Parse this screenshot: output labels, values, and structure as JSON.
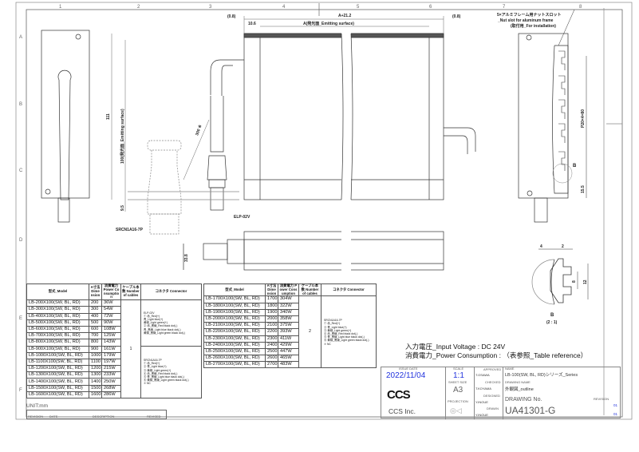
{
  "frame": {
    "columns": [
      "1",
      "2",
      "3",
      "4",
      "5",
      "6",
      "7",
      "8"
    ],
    "rows": [
      "A",
      "B",
      "C",
      "D",
      "E",
      "F"
    ]
  },
  "dimensions": {
    "overall": "A+21.2",
    "emitting": "A(発光面_Emitting surface)",
    "offset_left": "(0.8)",
    "offset_right": "(0.8)",
    "edge": "10.6",
    "height": "111",
    "emitting_height": "100(発光面_Emitting surface)",
    "cable_length": "300 ※",
    "gap": "9.5",
    "depth": "33.8",
    "pitch": "P20×4=80",
    "bottom": "15.5",
    "detail_marker": "B",
    "detail_w1": "4",
    "detail_w2": "2",
    "detail_h1": "8",
    "detail_h2": "12",
    "detail_title": "B",
    "detail_scale": "(2 : 1)"
  },
  "callouts": {
    "connector_srcn": "SRCN1A16-7P",
    "connector_elp": "ELP-02V",
    "nut_slot_jp": "5×アルミフレーム用ナットスロット",
    "nut_slot_en": "_Nut slot for aluminum frame",
    "nut_slot_use": "(取付用_For installation)"
  },
  "table_headers": {
    "model": "型式_Model",
    "dimension": "A寸法 Dimension",
    "power": "消費電力 Power Consumption",
    "cables": "ケーブル本数 Number of cables",
    "connector": "コネクタ Connector"
  },
  "table_left": [
    [
      "LB-200X100(SW, BL, RD)",
      "200",
      "36W"
    ],
    [
      "LB-300X100(SW, BL, RD)",
      "300",
      "54W"
    ],
    [
      "LB-400X100(SW, BL, RD)",
      "400",
      "72W"
    ],
    [
      "LB-500X100(SW, BL, RD)",
      "500",
      "90W"
    ],
    [
      "LB-600X100(SW, BL, RD)",
      "600",
      "108W"
    ],
    [
      "LB-700X100(SW, BL, RD)",
      "700",
      "125W"
    ],
    [
      "LB-800X100(SW, BL, RD)",
      "800",
      "143W"
    ],
    [
      "LB-900X100(SW, BL, RD)",
      "900",
      "161W"
    ],
    [
      "LB-1000X100(SW, BL, RD)",
      "1000",
      "179W"
    ],
    [
      "LB-1100X100(SW, BL, RD)",
      "1100",
      "197W"
    ],
    [
      "LB-1200X100(SW, BL, RD)",
      "1200",
      "215W"
    ],
    [
      "LB-1300X100(SW, BL, RD)",
      "1300",
      "233W"
    ],
    [
      "LB-1400X100(SW, BL, RD)",
      "1400",
      "250W"
    ],
    [
      "LB-1500X100(SW, BL, RD)",
      "1500",
      "268W"
    ],
    [
      "LB-1600X100(SW, BL, RD)",
      "1600",
      "286W"
    ]
  ],
  "table_left_cables": "1",
  "conn_elp": [
    "ELP-02V",
    "① 赤_Red(+)",
    "青_Light blue(+)",
    "黄緑_Light green(+)",
    "② 赤_黒線_Red black dot(-)",
    "青_黒線_Light blue black dot(-)",
    "黄緑_黒線_Light green black dot(-)"
  ],
  "conn_srcn": [
    "SRCN1A16-7P",
    "① 赤_Red(+)",
    "② 青_Light blue(+)",
    "③ 黄緑_Light green(+)",
    "④ 赤_黒線_Red black dot(-)",
    "⑤ 青_黒線_Light blue black dot(-)",
    "⑥ 黄緑_黒線_Light green black dot(-)",
    "⑦ NC"
  ],
  "table_right": [
    [
      "LB-1700X100(SW, BL, RD)",
      "1700",
      "304W"
    ],
    [
      "LB-1800X100(SW, BL, RD)",
      "1800",
      "322W"
    ],
    [
      "LB-1900X100(SW, BL, RD)",
      "1900",
      "340W"
    ],
    [
      "LB-2000X100(SW, BL, RD)",
      "2000",
      "358W"
    ],
    [
      "LB-2100X100(SW, BL, RD)",
      "2100",
      "375W"
    ],
    [
      "LB-2200X100(SW, BL, RD)",
      "2200",
      "393W"
    ],
    [
      "LB-2300X100(SW, BL, RD)",
      "2300",
      "411W"
    ],
    [
      "LB-2400X100(SW, BL, RD)",
      "2400",
      "429W"
    ],
    [
      "LB-2500X100(SW, BL, RD)",
      "2500",
      "447W"
    ],
    [
      "LB-2600X100(SW, BL, RD)",
      "2600",
      "465W"
    ],
    [
      "LB-2700X100(SW, BL, RD)",
      "2700",
      "483W"
    ]
  ],
  "table_right_cables": "2",
  "specs": {
    "voltage": "入力電圧_Input Voltage : DC 24V",
    "power": "消費電力_Power Consumption : （表参照_Table reference）"
  },
  "unit": "UNIT:mm",
  "revision_block": {
    "revision": "REVISION",
    "date": "DATE",
    "description": "DESCRIPTION",
    "revised": "REVISED"
  },
  "title_block": {
    "issue_date_label": "ISSUE DATE",
    "issue_date": "2022/11/04",
    "scale_label": "SCALE",
    "scale": "1:1",
    "sheet_size_label": "SHEET SIZE",
    "sheet_size": "A3",
    "projection_label": "PROJECTION",
    "approved_label": "APPROVED",
    "approved": "T.OSAWA",
    "checked_label": "CHECKED",
    "checked": "T.KOYAMA",
    "designed_label": "DESIGNED",
    "designed": "Y.INOUE",
    "drawn_label": "DRAWN",
    "drawn": "Y.INOUE",
    "name_label": "NAME",
    "name": "LB-100(SW, BL, RD)シリーズ_Series",
    "drawing_name_label": "DRAWING NAME",
    "drawing_name": "外観図_outline",
    "drawing_no_label": "DRAWING No.",
    "drawing_no": "UA41301-G",
    "revision_label": "REVISION",
    "rev_top": "01",
    "rev_bottom": "01",
    "logo": "CCS",
    "company": "CCS Inc."
  }
}
